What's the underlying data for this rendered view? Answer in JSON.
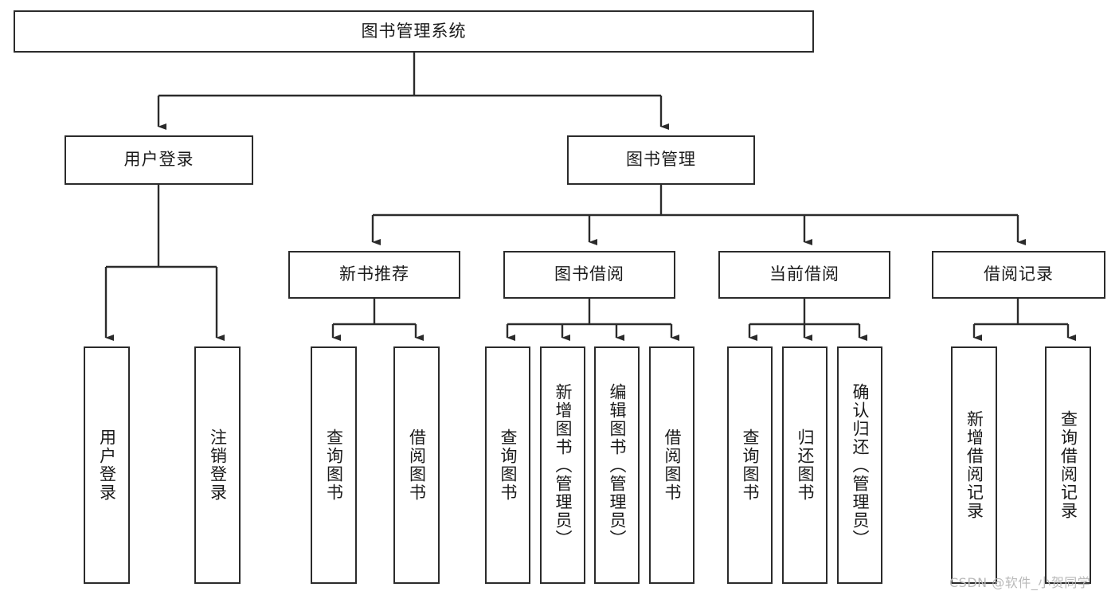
{
  "diagram": {
    "title": "图书管理系统",
    "type": "tree-hierarchy-chart",
    "root": {
      "label": "图书管理系统"
    },
    "level2": [
      {
        "label": "用户登录"
      },
      {
        "label": "图书管理"
      }
    ],
    "level3": [
      {
        "label": "新书推荐"
      },
      {
        "label": "图书借阅"
      },
      {
        "label": "当前借阅"
      },
      {
        "label": "借阅记录"
      }
    ],
    "leaves_user_login": [
      {
        "label": "用户登录"
      },
      {
        "label": "注销登录"
      }
    ],
    "leaves_new_books": [
      {
        "label": "查询图书"
      },
      {
        "label": "借阅图书"
      }
    ],
    "leaves_borrow": [
      {
        "label": "查询图书"
      },
      {
        "label": "新增图书（管理员）"
      },
      {
        "label": "编辑图书（管理员）"
      },
      {
        "label": "借阅图书"
      }
    ],
    "leaves_current": [
      {
        "label": "查询图书"
      },
      {
        "label": "归还图书"
      },
      {
        "label": "确认归还（管理员）"
      }
    ],
    "leaves_records": [
      {
        "label": "新增借阅记录"
      },
      {
        "label": "查询借阅记录"
      }
    ]
  },
  "watermark": {
    "text": "CSDN @软件_小贺同学"
  },
  "colors": {
    "stroke": "#2b2b2b",
    "background": "#ffffff",
    "text": "#1a1a1a",
    "watermark": "#b9b9b9"
  }
}
